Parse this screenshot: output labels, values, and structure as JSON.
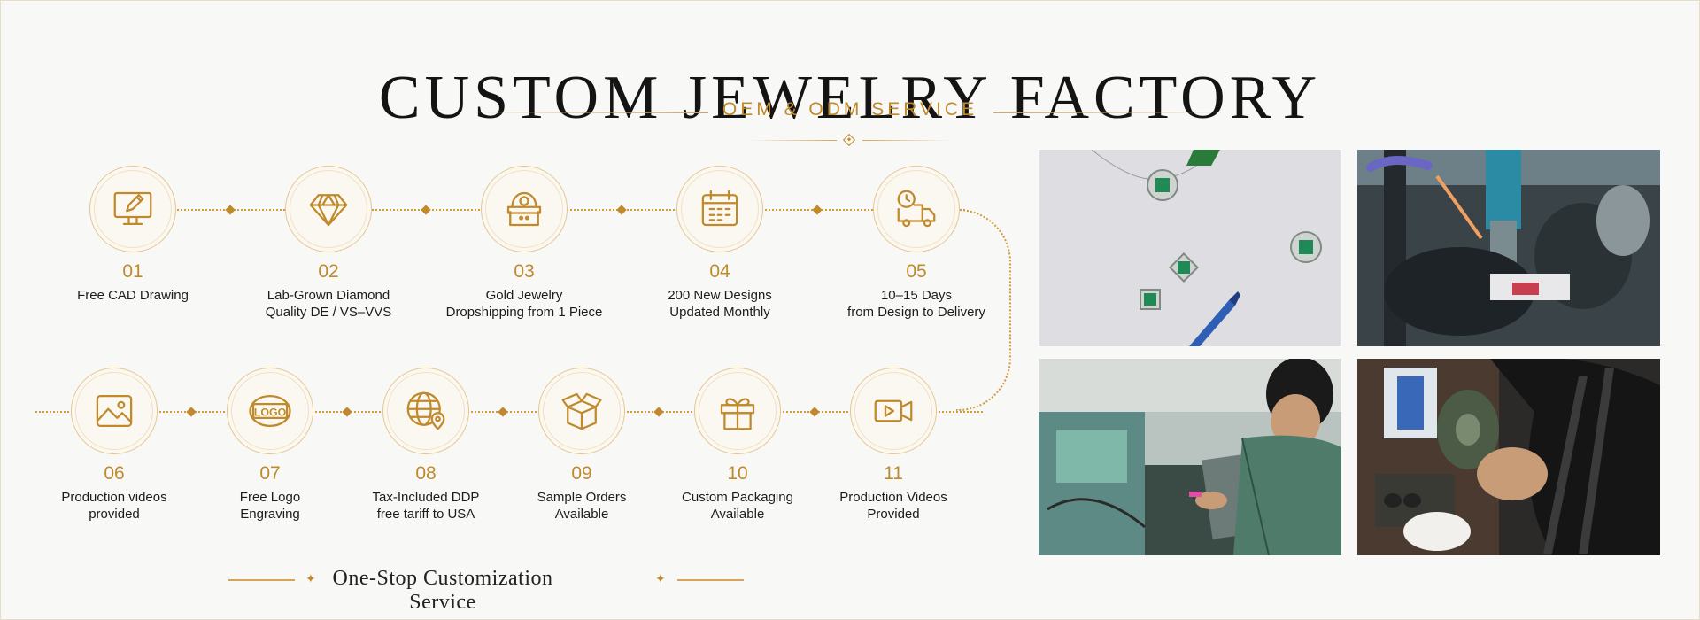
{
  "header": {
    "title": "CUSTOM JEWELRY FACTORY",
    "subtitle": "OEM & ODM SERVICE"
  },
  "steps_row1": [
    {
      "num": "01",
      "line1": "Free CAD Drawing",
      "line2": "",
      "icon": "computer-pen-icon"
    },
    {
      "num": "02",
      "line1": "Lab-Grown Diamond",
      "line2": "Quality DE / VS–VVS",
      "icon": "diamond-icon"
    },
    {
      "num": "03",
      "line1": "Gold Jewelry",
      "line2": "Dropshipping from 1 Piece",
      "icon": "ring-box-icon"
    },
    {
      "num": "04",
      "line1": "200 New Designs",
      "line2": "Updated Monthly",
      "icon": "calendar-icon"
    },
    {
      "num": "05",
      "line1": "10–15 Days",
      "line2": "from Design to Delivery",
      "icon": "delivery-truck-clock-icon"
    }
  ],
  "steps_row2": [
    {
      "num": "06",
      "line1": "Production videos",
      "line2": "provided",
      "icon": "image-icon"
    },
    {
      "num": "07",
      "line1": "Free Logo",
      "line2": "Engraving",
      "icon": "logo-badge-icon",
      "badge_text": "LOGO"
    },
    {
      "num": "08",
      "line1": "Tax-Included DDP",
      "line2": "free tariff to USA",
      "icon": "globe-pin-icon"
    },
    {
      "num": "09",
      "line1": "Sample Orders",
      "line2": "Available",
      "icon": "open-box-icon"
    },
    {
      "num": "10",
      "line1": "Custom Packaging",
      "line2": "Available",
      "icon": "gift-icon"
    },
    {
      "num": "11",
      "line1": "Production Videos",
      "line2": "Provided",
      "icon": "video-camera-icon"
    }
  ],
  "footer": {
    "tagline": "One-Stop Customization Service"
  },
  "photos": [
    {
      "name": "photo-pendant-sketch"
    },
    {
      "name": "photo-cnc-machine"
    },
    {
      "name": "photo-worker-polishing"
    },
    {
      "name": "photo-worker-grinding"
    }
  ],
  "colors": {
    "accent": "#c08a2c",
    "background": "#f8f8f6",
    "text": "#1c1c1c"
  }
}
